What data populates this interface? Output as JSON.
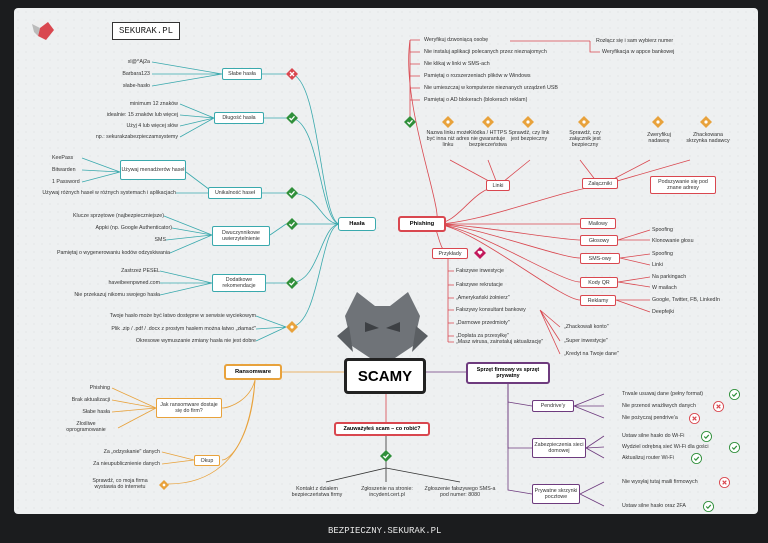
{
  "brand": "SEKURAK.PL",
  "footer": "BEZPIECZNY.SEKURAK.PL",
  "center": "SCAMY",
  "categories": {
    "hasla": "Hasła",
    "phishing": "Phishing",
    "ransomware": "Ransomware",
    "sprzet": "Sprzęt firmowy vs sprzęt prywatny",
    "zauwazyles": "Zauważyłeś scam – co robić?"
  },
  "hasla": {
    "slabe_label": "Słabe hasła",
    "slabe_items": [
      "xl@^Aj2a",
      "Barbara123",
      "słabe-hasło"
    ],
    "dlugosc_label": "Długość hasła",
    "dlugosc_items": [
      "minimum 12 znaków",
      "idealnie: 15 znaków lub więcej",
      "Użyj 4 lub więcej słów",
      "np.: sekurakzabezpieczamsystemy"
    ],
    "menadzer": "Używaj menadżerów haseł",
    "menadzer_items": [
      "KeePass",
      "Bitwarden",
      "1 Password"
    ],
    "unikalnosc": "Unikalność haseł",
    "unikalnosc_item": "Używaj różnych haseł w różnych systemach i aplikacjach",
    "dwuskladnikowe": "Dwuczynnikowe uwierzytelnienie",
    "dwu_items": [
      "Klucze sprzętowe (najbezpieczniejsze)",
      "Appki (np. Google Authenticator)",
      "SMS",
      "Pamiętaj o wygenerowaniu kodów odzyskiwania"
    ],
    "dodatkowe": "Dodatkowe rekomendacje",
    "dod_items": [
      "Zastrzeż PESEL",
      "haveibeenpwned.com",
      "Nie przekazuj nikomu swojego hasła"
    ],
    "inne_items": [
      "Twoje hasło może być łatwo dostępne w serwisie wyciekowym",
      "Plik .zip / .pdf / .docx z prostym hasłem można łatwo „złamać\"",
      "Okresowe wymuszanie zmiany hasła nie jest dobre"
    ]
  },
  "phishing": {
    "top_items": [
      "Weryfikuj dzwoniącą osobę",
      "Nie instaluj aplikacji polecanych przez nieznajomych",
      "Nie klikaj w linki w SMS-ach",
      "Pamiętaj o rozszerzeniach plików w Windows",
      "Nie umieszczaj w komputerze nieznanych urządzeń USB",
      "Pamiętaj o AD blokerach (blokerach reklam)"
    ],
    "right_items": [
      "Rozłącz się i sam wybierz numer",
      "Weryfikacja w appce bankowej"
    ],
    "lightbulbs": [
      "Nazwa linku może być inna niż adres linku",
      "Kłódka / HTTPS nie gwarantuje bezpieczeństwa",
      "Sprawdź, czy link jest bezpieczny",
      "Sprawdź, czy załącznik jest bezpieczny"
    ],
    "linki": "Linki",
    "zalaczniki": "Załączniki",
    "right_bulbs": [
      "Zweryfikuj nadawcę",
      "Zhackowana skrzynka nadawcy"
    ],
    "podszywanie": "Podszywanie się pod znane adresy",
    "mailowy": "Mailowy",
    "glosowy": "Głosowy",
    "smsowy": "SMS-owy",
    "kody_qr": "Kody QR",
    "reklamy": "Reklamy",
    "glosowy_items": [
      "Spoofing",
      "Klonowanie głosu"
    ],
    "sms_items": [
      "Spoofing",
      "Linki"
    ],
    "qr_items": [
      "Na parkingach",
      "W mailach"
    ],
    "reklamy_items": [
      "Google, Twitter, FB, LinkedIn",
      "Deepfejki"
    ],
    "przyklady": "Przykłady",
    "przyklady_items": [
      "Fałszywe inwestycje",
      "Fałszywe rekrutacje",
      "„Amerykański żołnierz\"",
      "Fałszywy konsultant bankowy",
      "„Darmowe przedmioty\"",
      "„Dopłata za przesyłkę\"",
      "„Masz wirusa, zainstaluj aktualizację\""
    ],
    "konsultant_items": [
      "„Zhackowali konto\"",
      "„Super inwestycje\"",
      "„Kredyt na Twoje dane\""
    ]
  },
  "ransomware": {
    "jak": "Jak ransomware dostaje się do firm?",
    "jak_items": [
      "Phishing",
      "Brak aktualizacji",
      "Słabe hasła",
      "Złośliwe oprogramowanie"
    ],
    "okup": "Okup",
    "okup_items": [
      "Za „odzyskanie\" danych",
      "Za nieupublicznienie danych"
    ],
    "sprawdz": "Sprawdź, co moja firma wystawia do internetu"
  },
  "sprzet": {
    "pendrive": "Pendrive'y",
    "pendrive_items": [
      "Trwale usuwaj dane (pełny format)",
      "Nie przenoś wrażliwych danych",
      "Nie pożyczaj pendrive'a"
    ],
    "siec": "Zabezpieczenia sieci domowej",
    "siec_items": [
      "Ustaw silne hasło do Wi-Fi",
      "Wydziel odrębną sieć Wi-Fi dla gości",
      "Aktualizuj router Wi-Fi"
    ],
    "skrzynki": "Prywatne skrzynki pocztowe",
    "skrzynki_items": [
      "Nie wysyłaj tutaj maili firmowych",
      "Ustaw silne hasło oraz 2FA"
    ]
  },
  "zauwazyles": {
    "items": [
      "Kontakt z działem bezpieczeństwa firmy",
      "Zgłoszenie na stronie: incydent.cert.pl",
      "Zgłoszenie fałszywego SMS-a pod numer: 8080"
    ]
  },
  "colors": {
    "teal": "#3aa9ad",
    "red": "#d9474f",
    "orange": "#e8a23c",
    "purple": "#6e3b7e",
    "check": "#2f8f3a"
  }
}
